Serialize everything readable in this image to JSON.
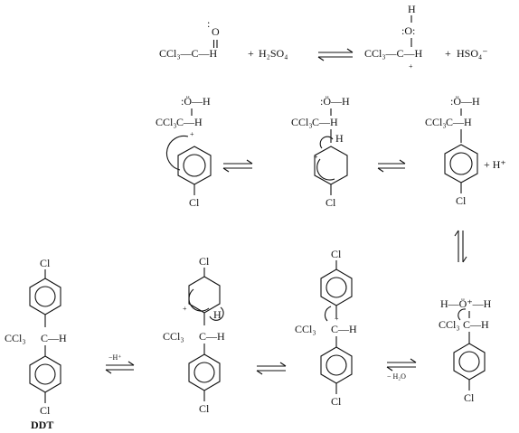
{
  "reaction1": {
    "reactant1": "CCl₃—C—H",
    "oxygen": "O",
    "lone_pairs": ":",
    "plus1": "+",
    "reactant2": "H₂SO₄",
    "product_hydrogen": "H",
    "product_oxygen": ":O:",
    "product_carbon": "CCl₃—C—H",
    "product_charge": "+",
    "plus2": "+",
    "byproduct": "HSO₄⁻"
  },
  "intermediates": {
    "oh_group": ":Ö—H",
    "ccl3": "CCl₃",
    "ch": "C—H",
    "h": "H",
    "cl": "Cl",
    "cation": "+",
    "h_plus": "+ H⁺"
  },
  "bottom_row": {
    "protonated_oh": "H—Ö⁺—H",
    "ccl3": "CCl₃",
    "ch": "C—H",
    "h": "H",
    "cl": "Cl",
    "cation": "+",
    "water_loss": "− H₂O",
    "proton_loss": "−H⁺",
    "product_label": "DDT"
  }
}
